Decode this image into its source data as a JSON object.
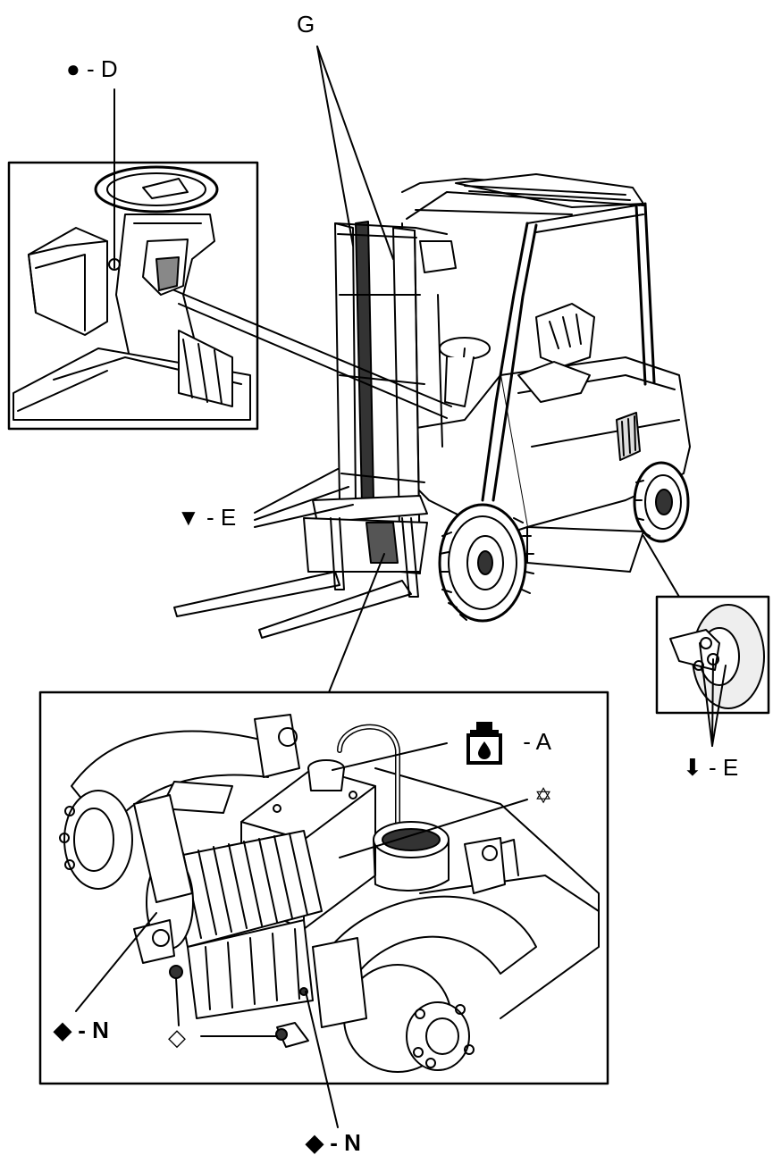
{
  "labels": {
    "g": "G",
    "d": {
      "symbol": "●",
      "text": "- D"
    },
    "e_mast": {
      "symbol": "▼",
      "text": "- E"
    },
    "e_wheel": {
      "symbol": "⬇",
      "text": "- E"
    },
    "a": {
      "text": "- A"
    },
    "star": "✡",
    "n_left": {
      "symbol": "◆",
      "text": "- N"
    },
    "n_bottom": {
      "symbol": "◆",
      "text": "- N"
    },
    "diamond_open": "◇"
  },
  "icons": {
    "oil_can": "oil-can-icon",
    "star": "star-of-david-icon",
    "filled_circle": "filled-circle-icon",
    "down_triangle": "down-triangle-icon",
    "down_arrow": "down-arrow-icon",
    "filled_diamond": "filled-diamond-icon",
    "open_diamond": "open-diamond-icon"
  },
  "colors": {
    "line": "#000000",
    "background": "#ffffff",
    "fill": "#f2f2f2"
  }
}
